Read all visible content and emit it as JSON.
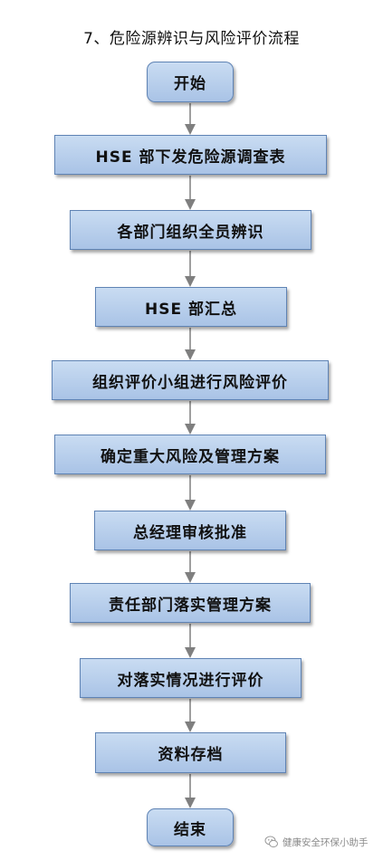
{
  "title": "7、危险源辨识与风险评价流程",
  "steps": [
    {
      "label": "开始",
      "shape": "rounded"
    },
    {
      "label": "HSE 部下发危险源调查表",
      "shape": "rect"
    },
    {
      "label": "各部门组织全员辨识",
      "shape": "rect"
    },
    {
      "label": "HSE 部汇总",
      "shape": "rect"
    },
    {
      "label": "组织评价小组进行风险评价",
      "shape": "rect"
    },
    {
      "label": "确定重大风险及管理方案",
      "shape": "rect"
    },
    {
      "label": "总经理审核批准",
      "shape": "rect"
    },
    {
      "label": "责任部门落实管理方案",
      "shape": "rect"
    },
    {
      "label": "对落实情况进行评价",
      "shape": "rect"
    },
    {
      "label": "资料存档",
      "shape": "rect"
    },
    {
      "label": "结束",
      "shape": "rounded"
    }
  ],
  "watermark": {
    "text": "健康安全环保小助手",
    "icon": "wechat-icon"
  },
  "colors": {
    "box_fill_top": "#c9dcf2",
    "box_fill_bottom": "#a9c3e6",
    "box_border": "#5f83b4",
    "arrow": "#7f7f7f"
  }
}
